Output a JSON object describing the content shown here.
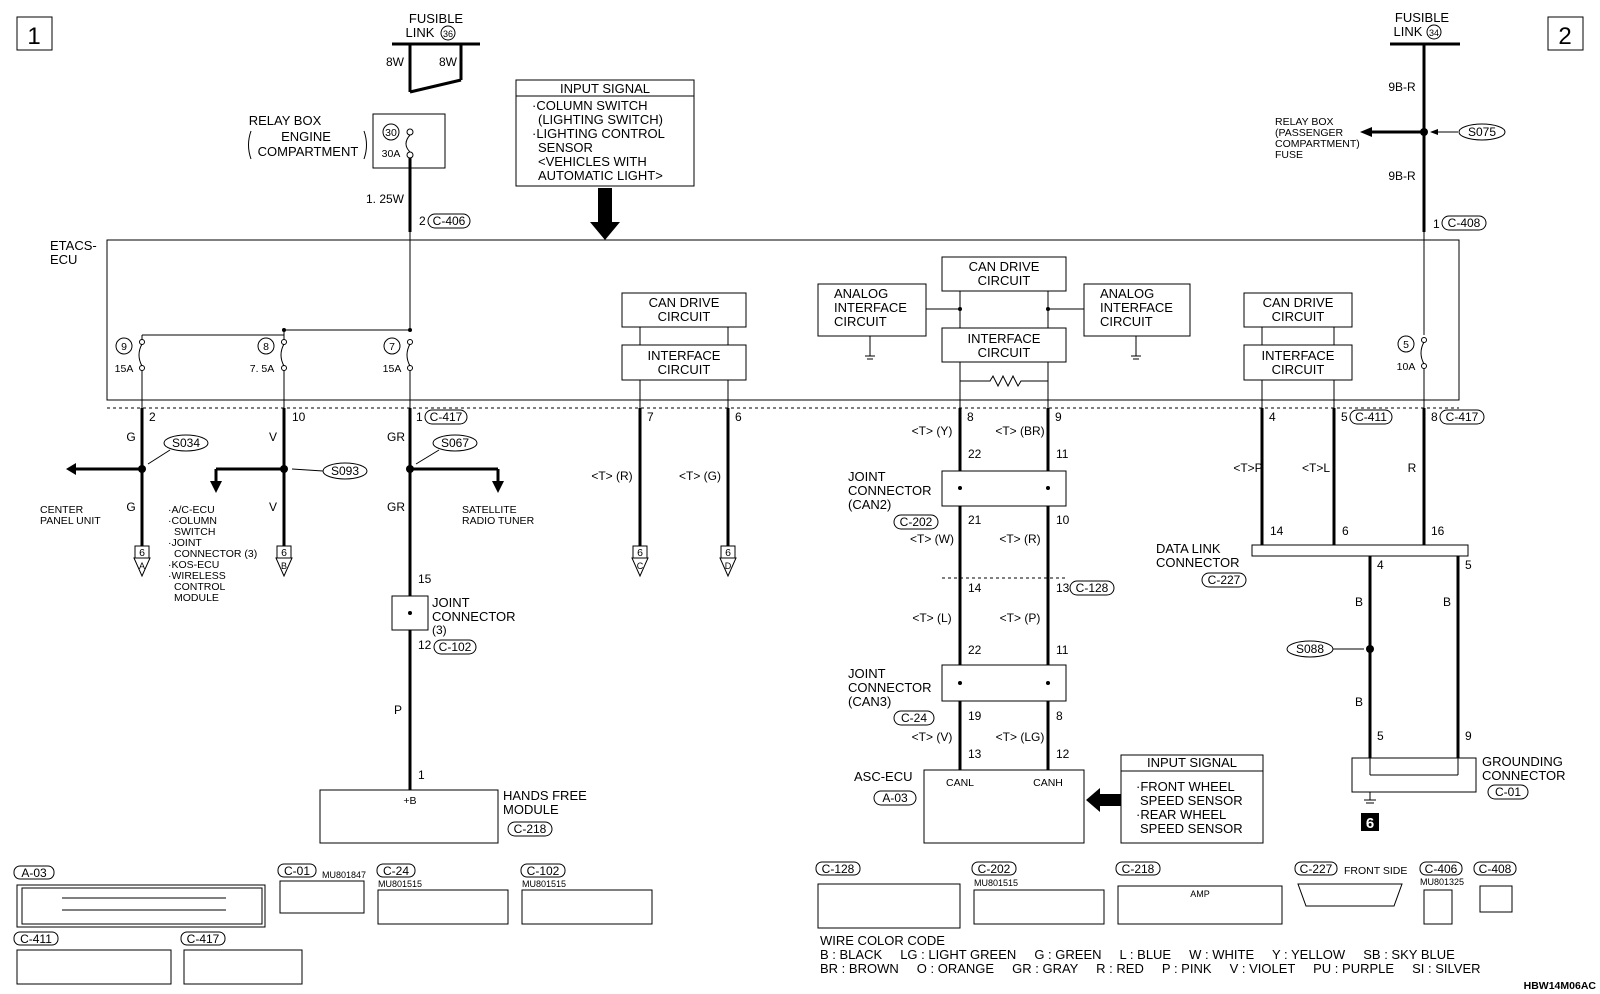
{
  "page_refs": {
    "left": "1",
    "right": "2"
  },
  "fusible_links": [
    {
      "line1": "FUSIBLE",
      "line2": "LINK",
      "number": "36",
      "wire_a": "8W",
      "wire_b": "8W"
    },
    {
      "line1": "FUSIBLE",
      "line2": "LINK",
      "number": "34",
      "wire_a": "9B-R",
      "wire_b": "9B-R"
    }
  ],
  "relay_box_engine": {
    "line1": "RELAY BOX",
    "line2": "ENGINE",
    "line3": "COMPARTMENT",
    "fuse_no": "30",
    "fuse_amp": "30A",
    "wire": "1. 25W"
  },
  "relay_box_passenger": {
    "lines": [
      "RELAY BOX",
      "(PASSENGER",
      "COMPARTMENT)",
      "FUSE"
    ],
    "splice": "S075"
  },
  "input_signal_top": {
    "title": "INPUT SIGNAL",
    "lines": [
      "·COLUMN SWITCH",
      "(LIGHTING SWITCH)",
      "·LIGHTING CONTROL",
      "SENSOR",
      "<VEHICLES WITH",
      "AUTOMATIC LIGHT>"
    ]
  },
  "etacs": {
    "line1": "ETACS-",
    "line2": "ECU"
  },
  "connectors_top": [
    {
      "pin": "2",
      "name": "C-406"
    },
    {
      "pin": "1",
      "name": "C-408"
    }
  ],
  "fuses": [
    {
      "no": "9",
      "amp": "15A"
    },
    {
      "no": "8",
      "amp": "7. 5A"
    },
    {
      "no": "7",
      "amp": "15A"
    },
    {
      "no": "5",
      "amp": "10A"
    }
  ],
  "inner_blocks": {
    "can_drive": [
      "CAN DRIVE",
      "CIRCUIT"
    ],
    "interface": [
      "INTERFACE",
      "CIRCUIT"
    ],
    "analog": [
      "ANALOG",
      "INTERFACE",
      "CIRCUIT"
    ]
  },
  "etacs_pins": {
    "p2": "2",
    "p10": "10",
    "p1": "1",
    "c417": "C-417",
    "p7": "7",
    "p6": "6",
    "p8": "8",
    "p9": "9",
    "p4": "4",
    "p5": "5",
    "c411": "C-411",
    "p8b": "8",
    "c417b": "C-417"
  },
  "wires": {
    "g1": "G",
    "g2": "G",
    "v1": "V",
    "v2": "V",
    "gr1": "GR",
    "gr2": "GR",
    "tr": "<T> (R)",
    "tg": "<T> (G)",
    "ty": "<T> (Y)",
    "tbr": "<T> (BR)",
    "tp": "<T>P",
    "tl": "<T>L",
    "r": "R",
    "p": "P",
    "tw": "<T> (W)",
    "tr2": "<T> (R)",
    "tl2": "<T> (L)",
    "tp2": "<T> (P)",
    "tv": "<T> (V)",
    "tlg": "<T> (LG)",
    "b1": "B",
    "b2": "B",
    "b3": "B"
  },
  "splices": {
    "s034": "S034",
    "s093": "S093",
    "s067": "S067",
    "s088": "S088"
  },
  "destinations": {
    "center_panel": [
      "CENTER",
      "PANEL UNIT"
    ],
    "multi": [
      "·A/C-ECU",
      "·COLUMN",
      "SWITCH",
      "·JOINT",
      "CONNECTOR (3)",
      "·KOS-ECU",
      "·WIRELESS",
      "CONTROL",
      "MODULE"
    ],
    "satellite": [
      "SATELLITE",
      "RADIO TUNER"
    ]
  },
  "refs": [
    {
      "page": "6",
      "letter": "A"
    },
    {
      "page": "6",
      "letter": "B"
    },
    {
      "page": "6",
      "letter": "C"
    },
    {
      "page": "6",
      "letter": "D"
    }
  ],
  "joint3": {
    "lines": [
      "JOINT",
      "CONNECTOR",
      "(3)"
    ],
    "pin_in": "15",
    "pin_out": "12",
    "conn": "C-102"
  },
  "hands_free": {
    "lines": [
      "HANDS FREE",
      "MODULE"
    ],
    "conn": "C-218",
    "pin": "1",
    "terminal": "+B"
  },
  "joint_can2": {
    "lines": [
      "JOINT",
      "CONNECTOR",
      "(CAN2)"
    ],
    "conn": "C-202",
    "pins": [
      "22",
      "11",
      "21",
      "10"
    ]
  },
  "c128": {
    "pins": [
      "14",
      "13"
    ],
    "conn": "C-128"
  },
  "joint_can3": {
    "lines": [
      "JOINT",
      "CONNECTOR",
      "(CAN3)"
    ],
    "conn": "C-24",
    "pins": [
      "22",
      "11",
      "19",
      "8"
    ]
  },
  "asc": {
    "label": "ASC-ECU",
    "conn": "A-03",
    "pin_l": "13",
    "pin_h": "12",
    "canl": "CANL",
    "canh": "CANH"
  },
  "input_signal_bottom": {
    "title": "INPUT SIGNAL",
    "lines": [
      "·FRONT WHEEL",
      "SPEED SENSOR",
      "·REAR WHEEL",
      "SPEED SENSOR"
    ]
  },
  "dlc": {
    "lines": [
      "DATA LINK",
      "CONNECTOR"
    ],
    "conn": "C-227",
    "pins": [
      "14",
      "6",
      "16",
      "4",
      "5"
    ]
  },
  "grounding": {
    "lines": [
      "GROUNDING",
      "CONNECTOR"
    ],
    "conn": "C-01",
    "pins": [
      "5",
      "9"
    ],
    "ground_ref": "6"
  },
  "connector_faces": {
    "a03": "A-03",
    "c01": "C-01",
    "c24": "C-24",
    "c102": "C-102",
    "c411": "C-411",
    "c417": "C-417",
    "c128": "C-128",
    "c202": "C-202",
    "c218": "C-218",
    "c227": "C-227",
    "c406": "C-406",
    "c408": "C-408",
    "mu1": "MU801847",
    "mu2": "MU801515",
    "mu3": "MU801515",
    "mu4": "MU801515",
    "mu5": "MU801325",
    "amp": "AMP",
    "front_side": "FRONT SIDE"
  },
  "wire_color_code": {
    "title": "WIRE COLOR CODE",
    "line1": "B : BLACK     LG : LIGHT GREEN     G : GREEN     L : BLUE     W : WHITE     Y : YELLOW     SB : SKY BLUE",
    "line2": "BR : BROWN     O : ORANGE     GR : GRAY     R : RED     P : PINK     V : VIOLET     PU : PURPLE     SI : SILVER"
  },
  "drawing_code": "HBW14M06AC"
}
